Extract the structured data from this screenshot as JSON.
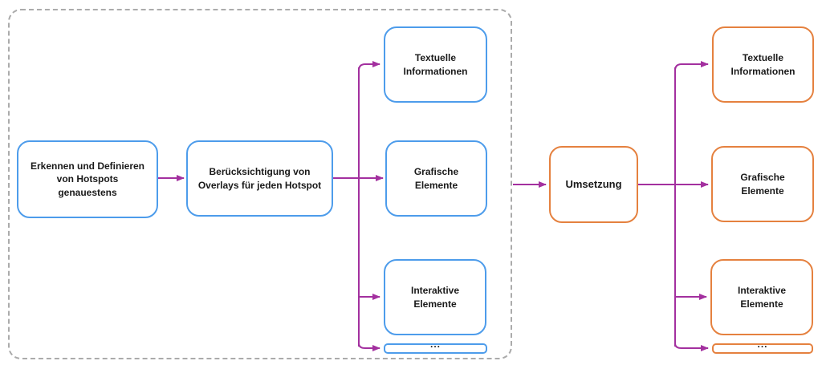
{
  "diagram": {
    "planning": {
      "step_detect": {
        "label": "Erkennen und Definieren\nvon Hotspots\ngenauestens"
      },
      "step_overlays": {
        "label": "Berücksichtigung von\nOverlays für jeden Hotspot"
      },
      "outputs": [
        {
          "label": "Textuelle\nInformationen"
        },
        {
          "label": "Grafische\nElemente"
        },
        {
          "label": "Interaktive\nElemente"
        },
        {
          "label": "..."
        }
      ]
    },
    "implementation": {
      "step": {
        "label": "Umsetzung"
      },
      "outputs": [
        {
          "label": "Textuelle\nInformationen"
        },
        {
          "label": "Grafische\nElemente"
        },
        {
          "label": "Interaktive\nElemente"
        },
        {
          "label": "..."
        }
      ]
    }
  },
  "colors": {
    "planning_node_border": "#4D9CEB",
    "implementation_node_border": "#E5813F",
    "connector": "#A3309F",
    "group_border": "#ABABAB",
    "text": "#1A1A1A"
  }
}
